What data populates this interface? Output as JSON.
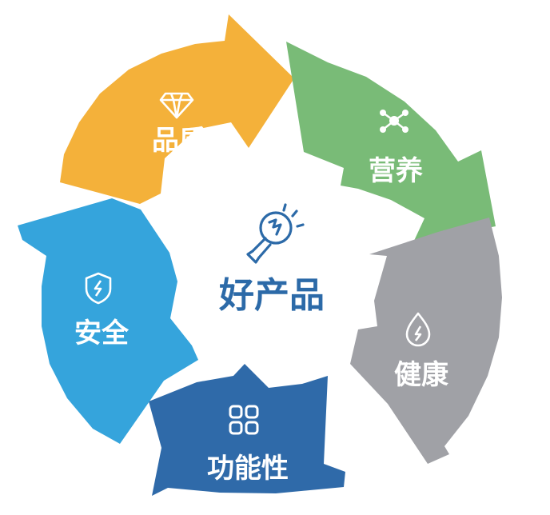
{
  "center": {
    "title": "好产品",
    "icon": "lightbulb-icon"
  },
  "segments": [
    {
      "key": "quality",
      "label": "品质",
      "icon": "diamond-icon",
      "color": "#f4b13a"
    },
    {
      "key": "nutrition",
      "label": "营养",
      "icon": "molecule-icon",
      "color": "#79bb77"
    },
    {
      "key": "health",
      "label": "健康",
      "icon": "water-drop-icon",
      "color": "#a0a1a6"
    },
    {
      "key": "function",
      "label": "功能性",
      "icon": "grid-icon",
      "color": "#2f6aa9"
    },
    {
      "key": "safety",
      "label": "安全",
      "icon": "shield-icon",
      "color": "#35a4dc"
    }
  ],
  "colors": {
    "center_title": "#2c6aa8",
    "background": "#ffffff"
  }
}
